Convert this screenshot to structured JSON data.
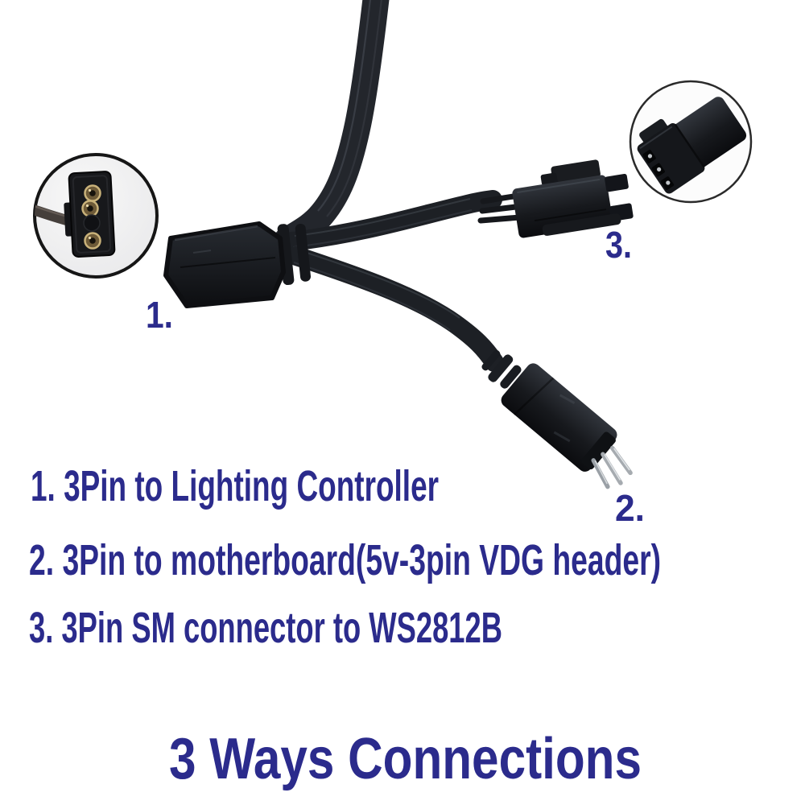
{
  "annotations": {
    "text_color": "#2b2b8c",
    "label_1": "1.",
    "label_2": "2.",
    "label_3": "3.",
    "list": [
      {
        "text": "1. 3Pin to Lighting Controller"
      },
      {
        "text": "2. 3Pin to motherboard(5v-3pin VDG header)"
      },
      {
        "text": "3. 3Pin SM connector to WS2812B"
      }
    ],
    "title": "3 Ways Connections"
  },
  "figure": {
    "kind": "product-photo",
    "subject": "3-way RGB splitter cable",
    "items": [
      {
        "name": "main-input-cable"
      },
      {
        "name": "connector-1-3pin-block"
      },
      {
        "name": "connector-2-3pin-male-pins"
      },
      {
        "name": "connector-3-sm-plug"
      },
      {
        "name": "inset-closeup-3pin-socket"
      },
      {
        "name": "inset-closeup-sm-connector"
      }
    ],
    "colors": {
      "cable": "#23262c",
      "cable_groove": "#3c4149",
      "connector_dark": "#0c0d10",
      "connector_light": "#31353c",
      "pin_metal": "#a6abb0",
      "pin_gold": "#c9b27a",
      "inset_background": "#eeeeef",
      "inset_border": "#161616",
      "page_background": "#ffffff"
    }
  }
}
